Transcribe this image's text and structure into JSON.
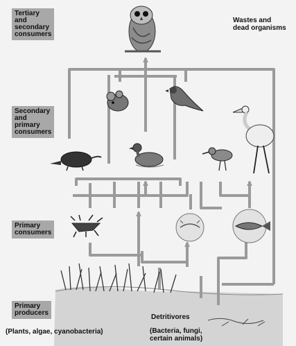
{
  "levels": {
    "tertiary_secondary": "Tertiary\nand\nsecondary\nconsumers",
    "secondary_primary": "Secondary\nand\nprimary\nconsumers",
    "primary_consumers": "Primary\nconsumers",
    "primary_producers": "Primary\nproducers"
  },
  "producers_note": "(Plants, algae, cyanobacteria)",
  "wastes_label": "Wastes and\ndead organisms",
  "detritivores": {
    "title": "Detritivores",
    "note": "(Bacteria, fungi,\ncertain animals)"
  },
  "icons": [
    "owl-icon",
    "mouse-icon",
    "songbird-icon",
    "shrew-icon",
    "duck-icon",
    "sandpiper-icon",
    "egret-icon",
    "insect-icon",
    "zooplankton-icon",
    "fish-icon",
    "marsh-grass-icon",
    "detritus-icon"
  ],
  "colors": {
    "arrow": "#9a9a9a",
    "label_bg": "#a8a8a8",
    "ground": "#d2d2d2"
  }
}
